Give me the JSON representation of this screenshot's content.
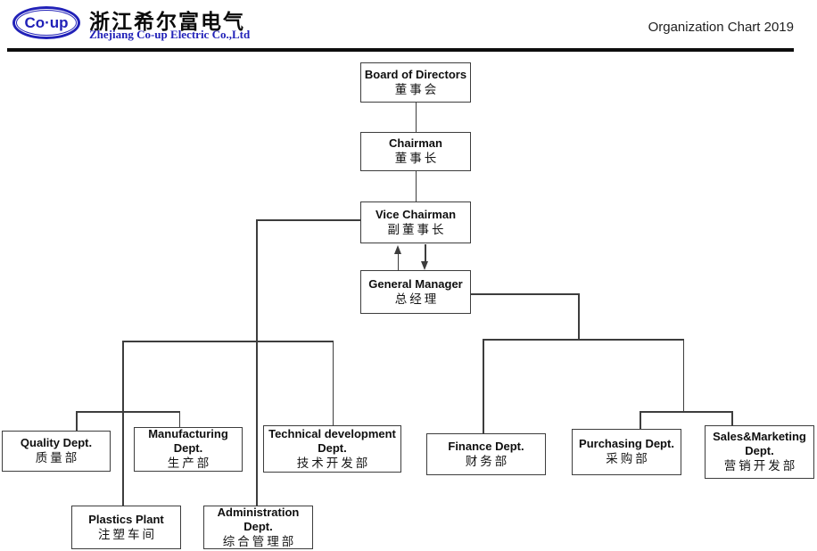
{
  "header": {
    "logo_text": "Co·up",
    "company_zh": "浙江希尔富电气",
    "company_en": "Zhejiang Co-up Electric Co.,Ltd",
    "title": "Organization Chart 2019"
  },
  "colors": {
    "logo-blue": "#2121b8",
    "line": "#3d3d3d",
    "rule": "#0d0d0d"
  },
  "nodes": {
    "board": {
      "en": [
        "Board of Directors"
      ],
      "zh": "董事会"
    },
    "chairman": {
      "en": [
        "Chairman"
      ],
      "zh": "董事长"
    },
    "vice_chairman": {
      "en": [
        "Vice Chairman"
      ],
      "zh": "副董事长"
    },
    "general_manager": {
      "en": [
        "General Manager"
      ],
      "zh": "总经理"
    },
    "quality": {
      "en": [
        "Quality Dept."
      ],
      "zh": "质量部"
    },
    "manufacturing": {
      "en": [
        "Manufacturing",
        "Dept."
      ],
      "zh": "生产部"
    },
    "technical": {
      "en": [
        "Technical development",
        "Dept."
      ],
      "zh": "技术开发部"
    },
    "finance": {
      "en": [
        "Finance Dept."
      ],
      "zh": "财务部"
    },
    "purchasing": {
      "en": [
        "Purchasing Dept."
      ],
      "zh": "采购部"
    },
    "sales": {
      "en": [
        "Sales&Marketing",
        "Dept."
      ],
      "zh": "营销开发部"
    },
    "plastics": {
      "en": [
        "Plastics Plant"
      ],
      "zh": "注塑车间"
    },
    "admin": {
      "en": [
        "Administration",
        "Dept."
      ],
      "zh": "综合管理部"
    }
  }
}
